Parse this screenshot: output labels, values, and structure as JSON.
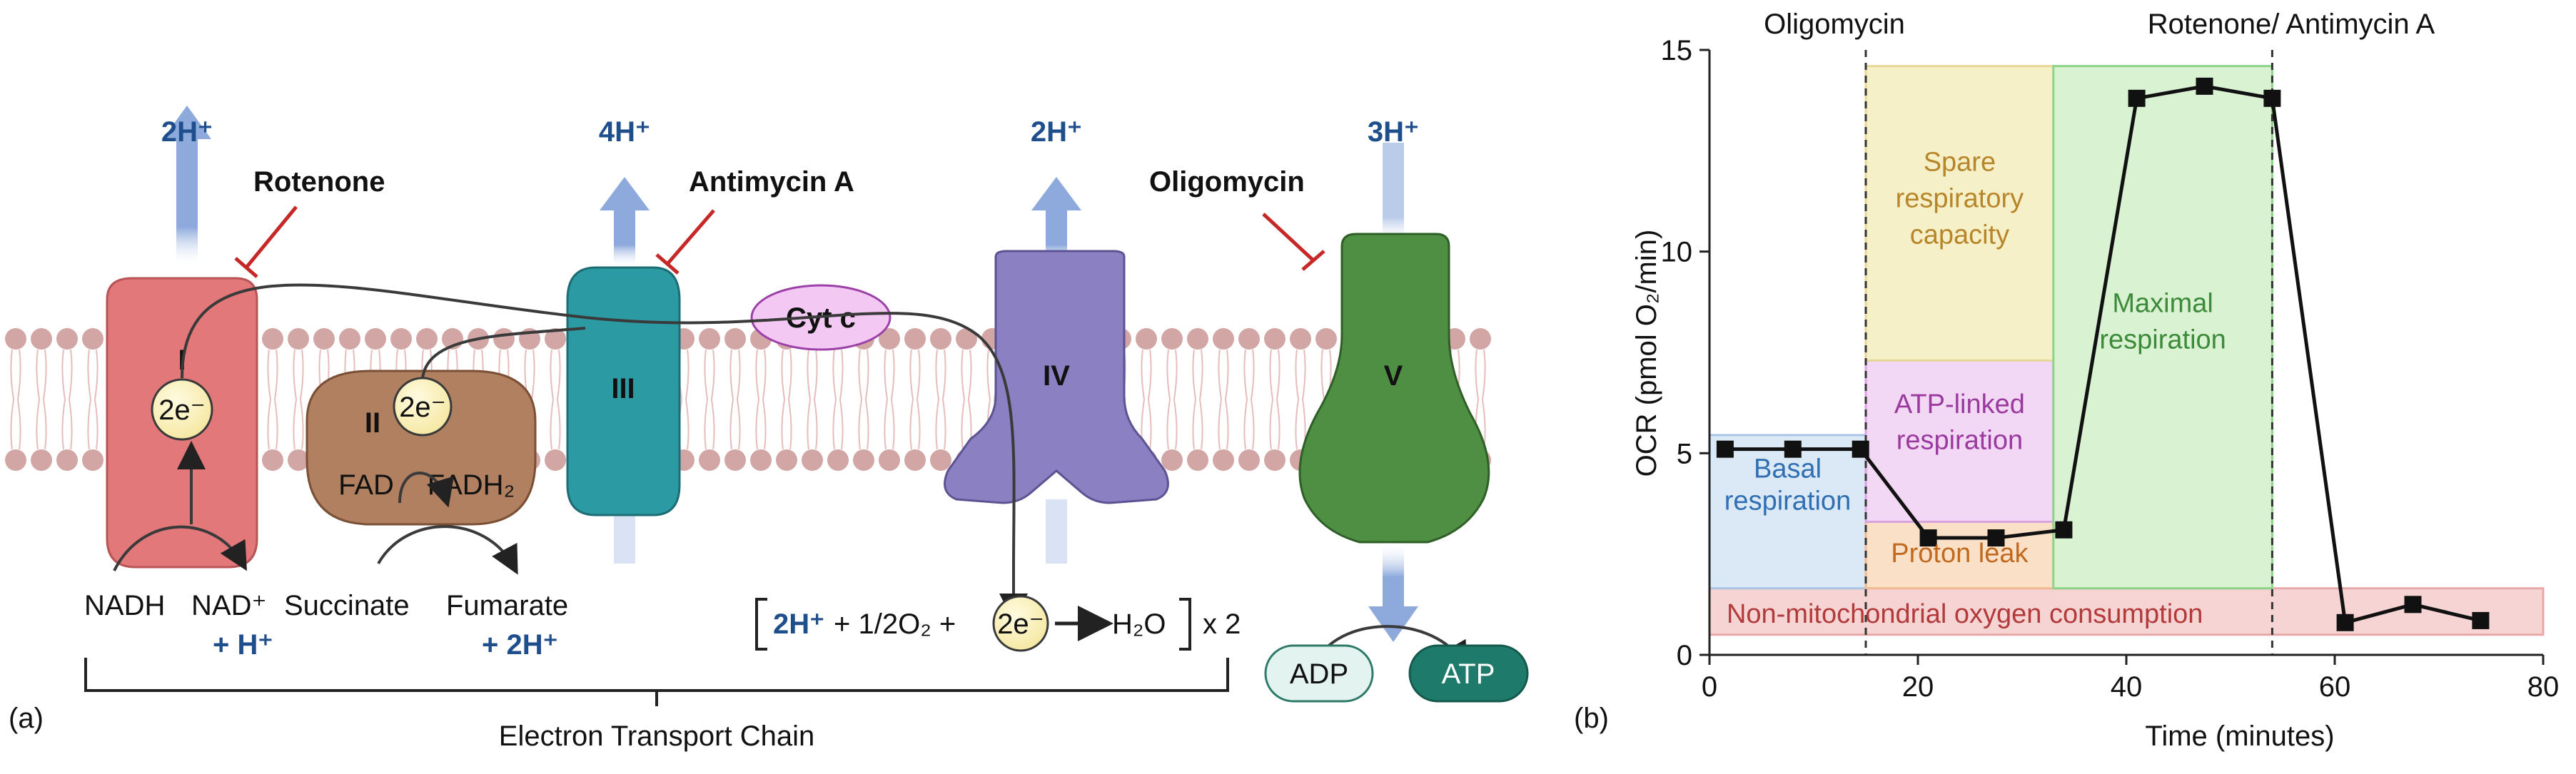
{
  "panel_a": {
    "tag": "(a)",
    "protons": {
      "c1": "2H⁺",
      "c3": "4H⁺",
      "c4": "2H⁺",
      "c5": "3H⁺"
    },
    "inhibitors": {
      "rotenone": "Rotenone",
      "antimycin": "Antimycin A",
      "oligomycin": "Oligomycin"
    },
    "complexes": {
      "c1": "I",
      "c2": "II",
      "c3": "III",
      "c4": "IV",
      "c5": "V"
    },
    "electron": "2e⁻",
    "cytc": "Cyt c",
    "fad": "FAD",
    "fadh2": "FADH₂",
    "substrates": {
      "nadh": "NADH",
      "nad": "NAD⁺",
      "plus_h": "+ H⁺",
      "succinate": "Succinate",
      "fumarate": "Fumarate",
      "plus_2h": "+ 2H⁺"
    },
    "equation": {
      "h": "2H⁺",
      "o": " + 1/2O₂ +",
      "water": "H₂O",
      "times": "x 2"
    },
    "adp": "ADP",
    "atp": "ATP",
    "etc_label": "Electron Transport Chain",
    "colors": {
      "c1": "#e2787a",
      "c2": "#b08060",
      "c3": "#2b9aa3",
      "c4": "#8a80c2",
      "c5": "#4f8f43",
      "arrow": "#8eaadc",
      "inhibitor": "#c62828",
      "proton_text": "#1f4e8c"
    }
  },
  "panel_b": {
    "tag": "(b)",
    "top_labels": {
      "oligomycin": "Oligomycin",
      "rot_anti": "Rotenone/ Antimycin A"
    },
    "regions": {
      "basal": "Basal respiration",
      "proton_leak": "Proton leak",
      "atp_linked": "ATP-linked respiration",
      "spare": "Spare respiratory capacity",
      "maximal": "Maximal respiration",
      "nonmito": "Non-mitochondrial oxygen consumption"
    },
    "chart_data": {
      "type": "line",
      "xlabel": "Time (minutes)",
      "ylabel": "OCR (pmol O₂/min)",
      "xlim": [
        0,
        80
      ],
      "ylim": [
        0,
        15
      ],
      "xticks": [
        0,
        20,
        40,
        60,
        80
      ],
      "yticks": [
        0,
        5,
        10,
        15
      ],
      "injections": [
        15,
        54
      ],
      "x": [
        1.5,
        8,
        14.5,
        21,
        27.5,
        34,
        41,
        47.5,
        54,
        61,
        67.5,
        74
      ],
      "y": [
        5.1,
        5.1,
        5.1,
        2.9,
        2.9,
        3.1,
        13.8,
        14.1,
        13.8,
        0.8,
        1.25,
        0.85
      ],
      "grid": false,
      "bands": [
        {
          "name": "Non-mitochondrial oxygen consumption",
          "x0": 0,
          "x1": 80,
          "y0": 0.5,
          "y1": 1.65,
          "fill": "#f6d4d4",
          "stroke": "#e8a8a8",
          "text": "#b23a3a"
        },
        {
          "name": "Basal respiration",
          "x0": 0,
          "x1": 15,
          "y0": 1.65,
          "y1": 5.45,
          "fill": "#dbe8f6",
          "stroke": "#a9c4e4",
          "text": "#2f6fb2"
        },
        {
          "name": "Proton leak",
          "x0": 15,
          "x1": 33,
          "y0": 1.65,
          "y1": 3.3,
          "fill": "#fbe0c8",
          "stroke": "#f0b890",
          "text": "#c06a20"
        },
        {
          "name": "ATP-linked respiration",
          "x0": 15,
          "x1": 33,
          "y0": 3.3,
          "y1": 7.3,
          "fill": "#f3d8f6",
          "stroke": "#d8a4e0",
          "text": "#9a3a9e"
        },
        {
          "name": "Spare respiratory capacity",
          "x0": 15,
          "x1": 33,
          "y0": 7.3,
          "y1": 14.6,
          "fill": "#f6f0c8",
          "stroke": "#e8d898",
          "text": "#b8862a"
        },
        {
          "name": "Maximal respiration",
          "x0": 33,
          "x1": 54,
          "y0": 1.65,
          "y1": 14.6,
          "fill": "#d8f2d2",
          "stroke": "#8ed488",
          "text": "#3c8a3a"
        }
      ]
    }
  }
}
